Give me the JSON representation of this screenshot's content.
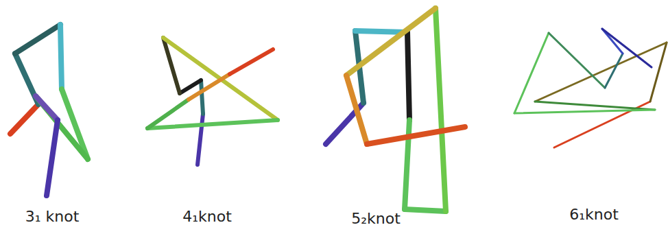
{
  "diagram": {
    "labels": [
      "3₁ knot",
      "4₁knot",
      "5₂knot",
      "6₁knot"
    ]
  }
}
